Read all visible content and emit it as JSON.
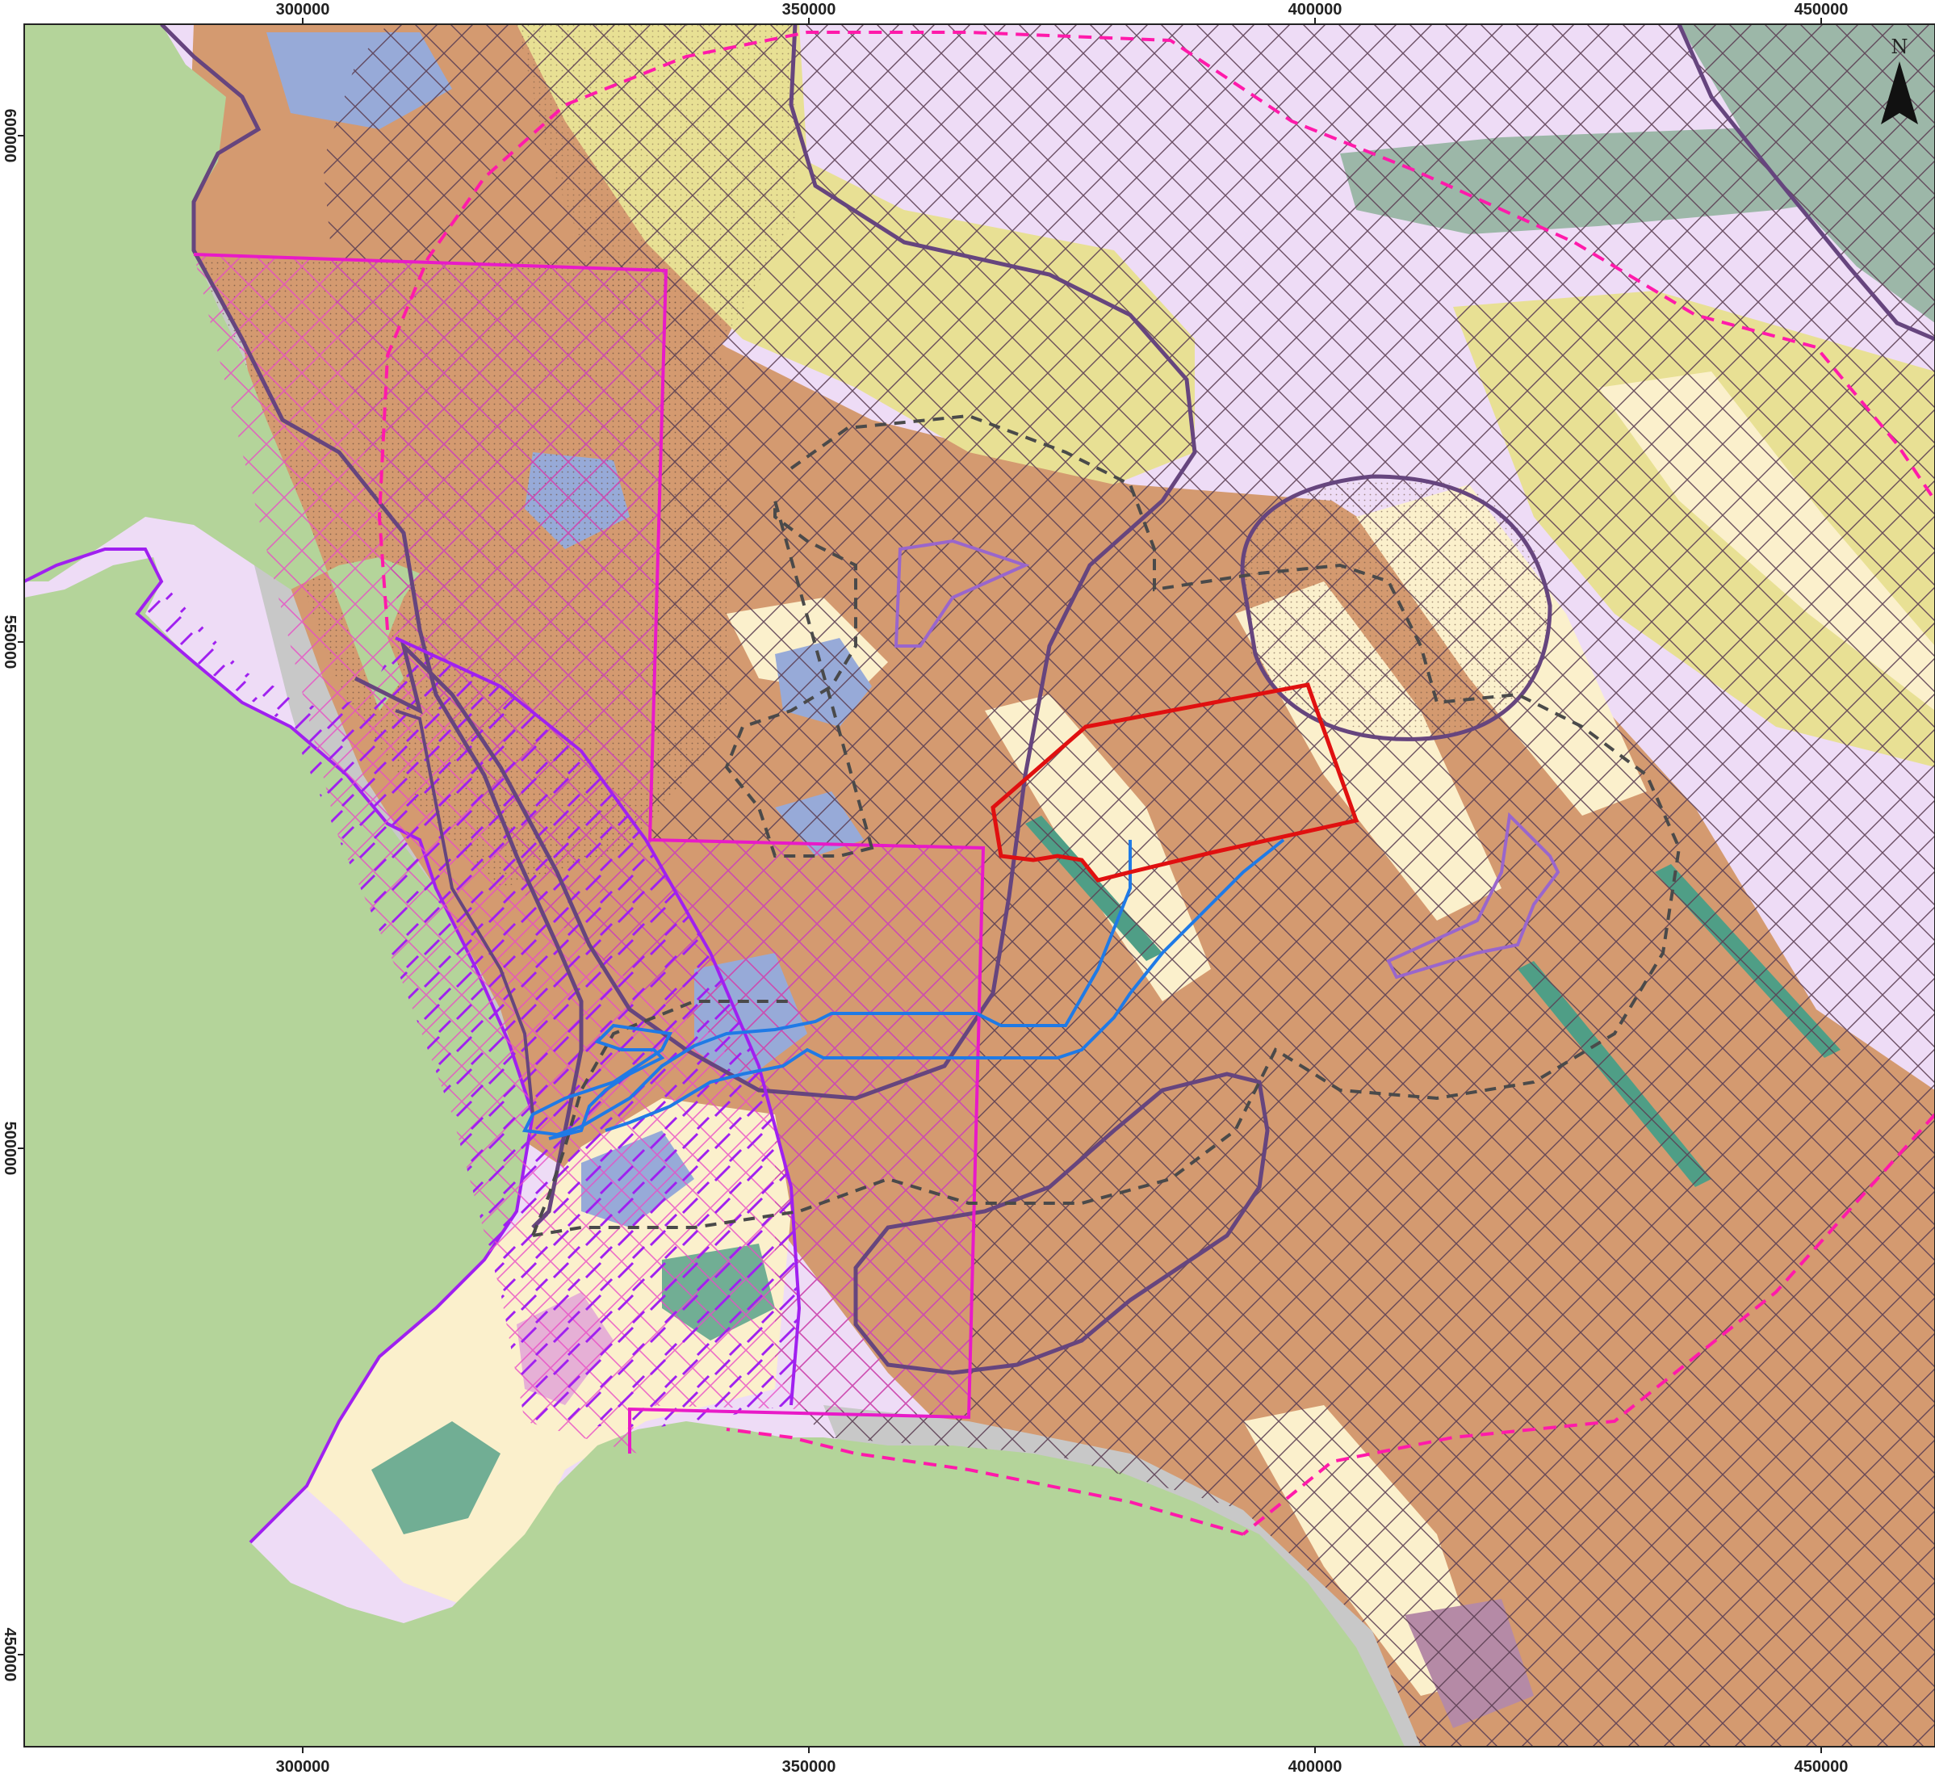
{
  "map": {
    "x_ticks_top": [
      "300000",
      "350000",
      "400000",
      "450000"
    ],
    "x_ticks_bottom": [
      "300000",
      "350000",
      "400000",
      "450000"
    ],
    "y_ticks": [
      "600000",
      "550000",
      "500000",
      "450000"
    ],
    "north_arrow": {
      "label": "N",
      "icon": "north-arrow-icon"
    },
    "colors": {
      "sea": "#b4d49a",
      "land_light_purple": "#eedcf6",
      "land_tan": "#d49a70",
      "land_yellow": "#e8e094",
      "land_cream": "#fbf0cc",
      "land_green_grey": "#9cb7a8",
      "land_blue": "#97aad8",
      "land_teal": "#4f9e86",
      "hatch_dark": "#5b3e53",
      "hatch_magenta": "#e84dc6",
      "hatch_purple_dash": "#a020f0",
      "boundary_dark_purple": "#66457e",
      "boundary_pink_dashed": "#ff1aaa",
      "boundary_magenta": "#e81ac8",
      "boundary_purple": "#a020f0",
      "boundary_grey_dashed": "#4a4a4a",
      "boundary_violet": "#9966cc",
      "route_blue": "#1f7ae6",
      "site_red": "#e01010"
    }
  }
}
